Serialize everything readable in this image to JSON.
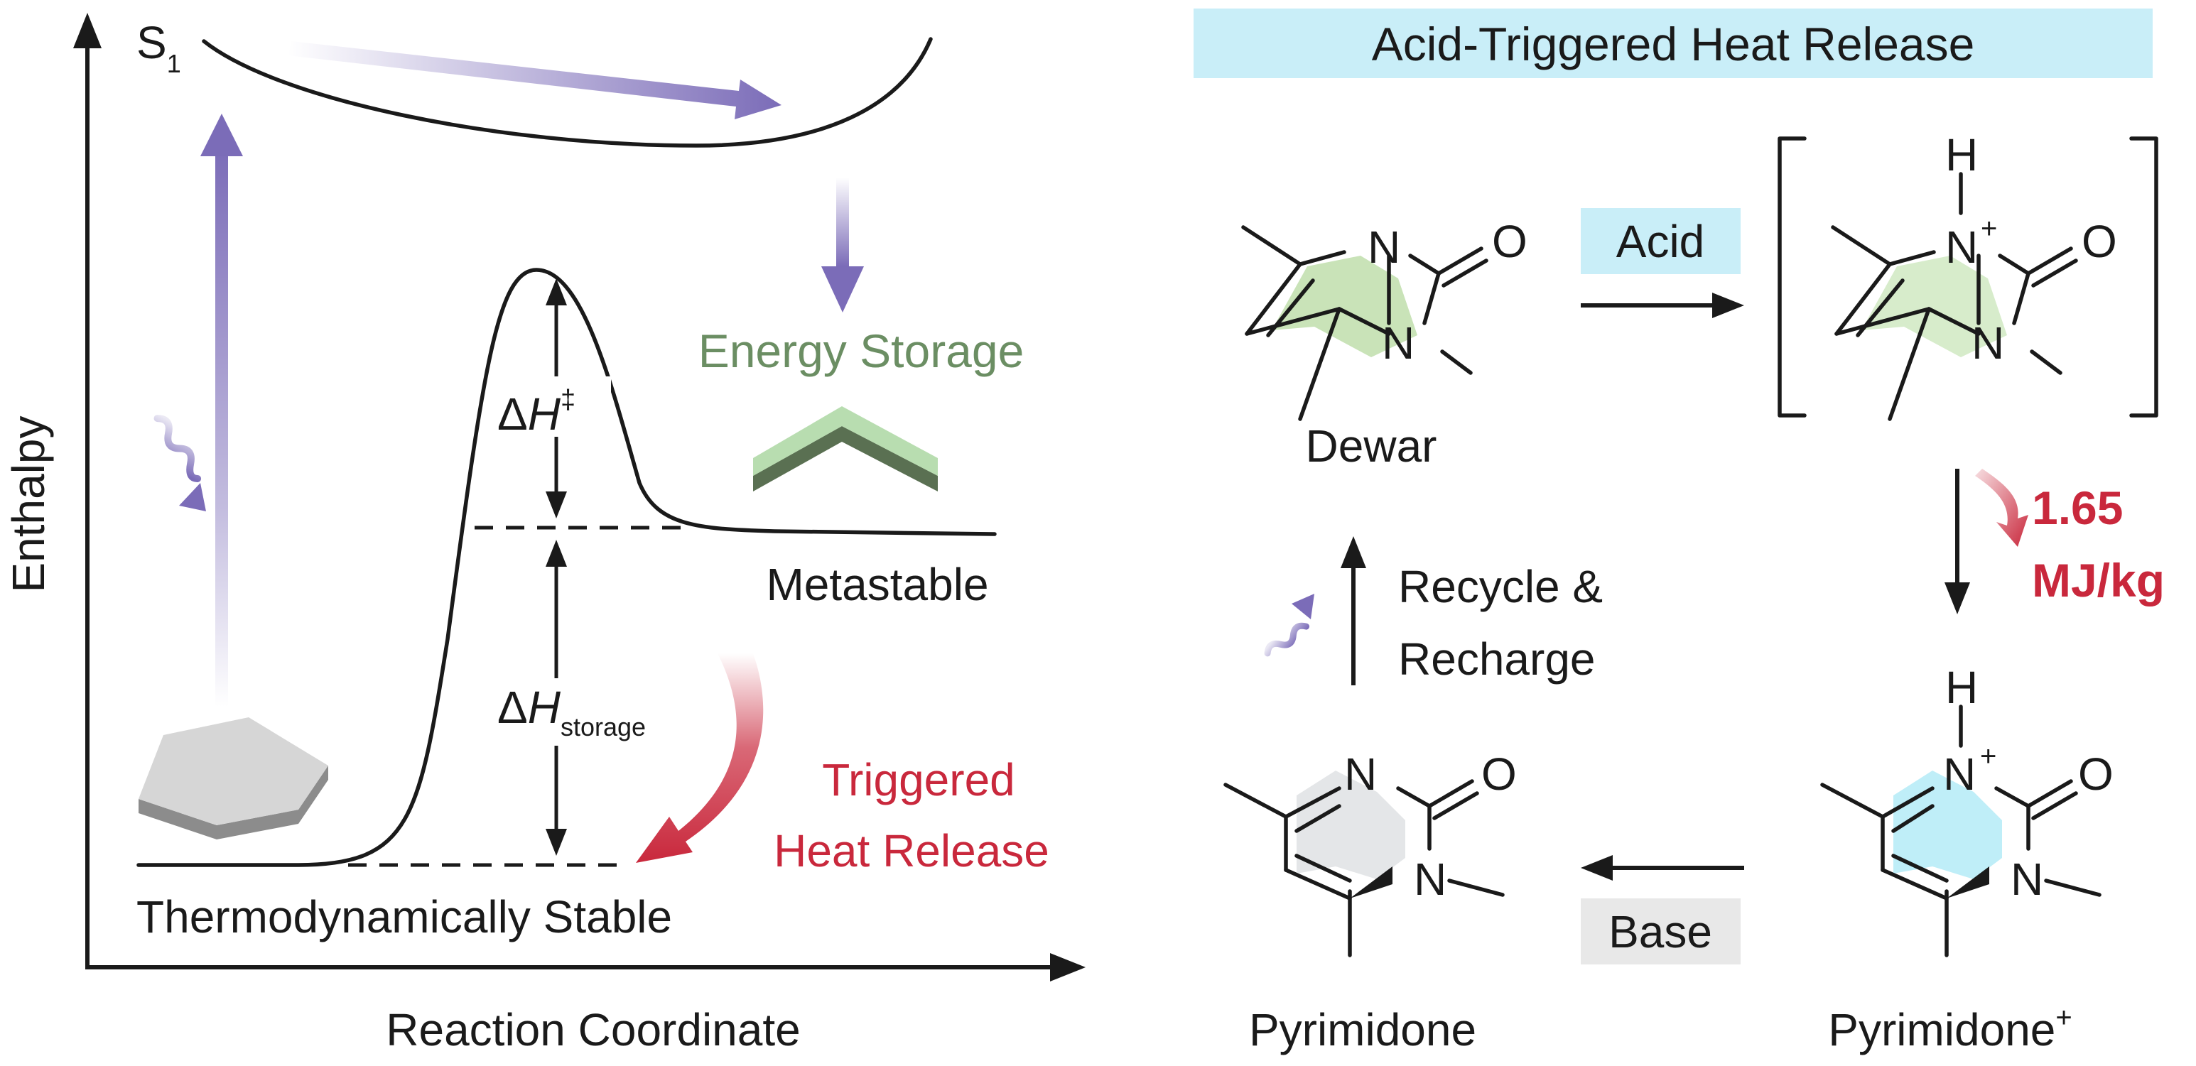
{
  "energy_diagram": {
    "axis_y_label": "Enthalpy",
    "axis_x_label": "Reaction Coordinate",
    "s1_label": "S",
    "s1_subscript": "1",
    "energy_storage_label": "Energy Storage",
    "metastable_label": "Metastable",
    "stable_label": "Thermodynamically Stable",
    "delta_h_barrier": {
      "delta": "Δ",
      "symbol": "H",
      "superscript": "‡"
    },
    "delta_h_storage": {
      "delta": "Δ",
      "symbol": "H",
      "subscript": "storage"
    },
    "triggered_line1": "Triggered",
    "triggered_line2": "Heat Release",
    "colors": {
      "light": "#7b6cb8",
      "green_text": "#6b8e63",
      "red": "#c9283c",
      "green_tile": "#b8ddb0",
      "gray_tile": "#d6d6d6"
    }
  },
  "scheme": {
    "title": "Acid-Triggered Heat Release",
    "title_bg": "#c9eef8",
    "acid_label": "Acid",
    "base_label": "Base",
    "energy_value_line1": "1.65",
    "energy_value_line2": "MJ/kg",
    "recycle_line1": "Recycle &",
    "recycle_line2": "Recharge",
    "dewar_label": "Dewar",
    "pyrimidone_label": "Pyrimidone",
    "pyrimidone_plus_label": "Pyrimidone",
    "pyrimidone_plus_sup": "+",
    "atoms": {
      "N": "N",
      "O": "O",
      "H": "H",
      "plus": "+"
    },
    "colors": {
      "dewar_fill": "#c9e3b8",
      "inter_fill": "#d7eccb",
      "pyr_fill": "#e4e6e8",
      "pyrh_fill": "#bfeef8",
      "gray_box": "#e8e8e8"
    }
  }
}
